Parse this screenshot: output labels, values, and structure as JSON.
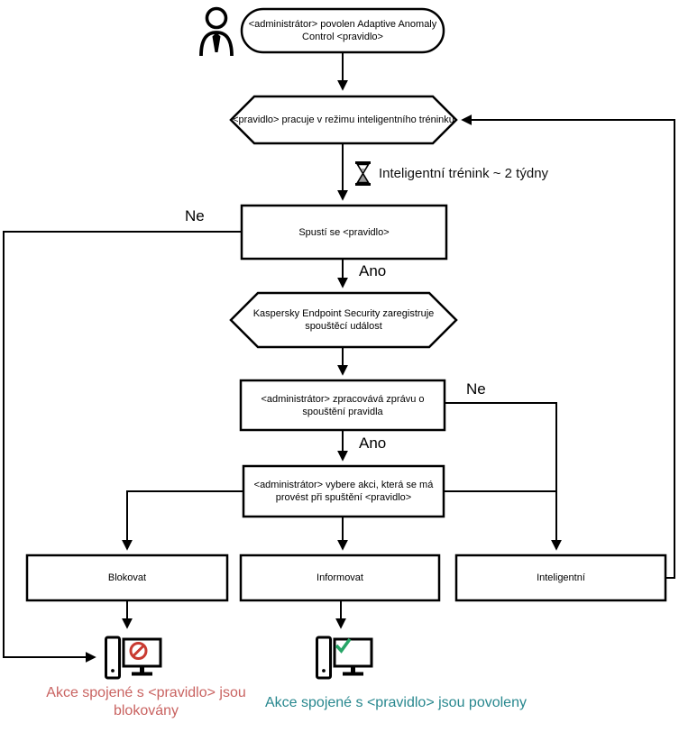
{
  "flowchart": {
    "start": "<administrátor> povolen Adaptive Anomaly Control <pravidlo>",
    "training_mode": "<pravidlo> pracuje v režimu inteligentního tréninku",
    "training_duration": "Inteligentní trénink ~ 2 týdny",
    "rule_triggered": "Spustí se <pravidlo>",
    "event_registered": "Kaspersky Endpoint Security zaregistruje spouštěcí událost",
    "admin_processes_report": "<administrátor> zpracovává zprávu o spouštění pravidla",
    "admin_selects_action": "<administrátor> vybere akci, která se má provést při spuštění <pravidlo>",
    "action_block": "Blokovat",
    "action_inform": "Informovat",
    "action_smart": "Inteligentní",
    "label_no_left": "Ne",
    "label_no_right": "Ne",
    "label_yes_1": "Ano",
    "label_yes_2": "Ano",
    "result_blocked": "Akce spojené s <pravidlo> jsou blokovány",
    "result_allowed": "Akce spojené s <pravidlo> jsou povoleny"
  },
  "colors": {
    "line": "#000000",
    "blocked_text": "#c96361",
    "allowed_text": "#27878e",
    "blocked_icon": "#c93a31",
    "allowed_icon": "#27a567"
  },
  "icons": {
    "actor": "person-icon",
    "wait": "hourglass-icon",
    "blocked": "computer-blocked-icon",
    "allowed": "computer-allowed-icon"
  }
}
